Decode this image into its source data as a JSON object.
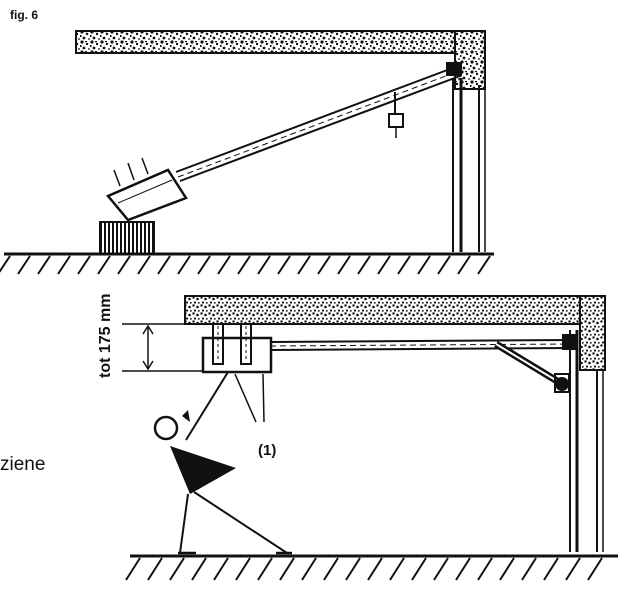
{
  "figure": {
    "title": "fig. 6"
  },
  "labels": {
    "dimension": "tot 175 mm",
    "callout": "(1)",
    "side_text": "ziene"
  }
}
